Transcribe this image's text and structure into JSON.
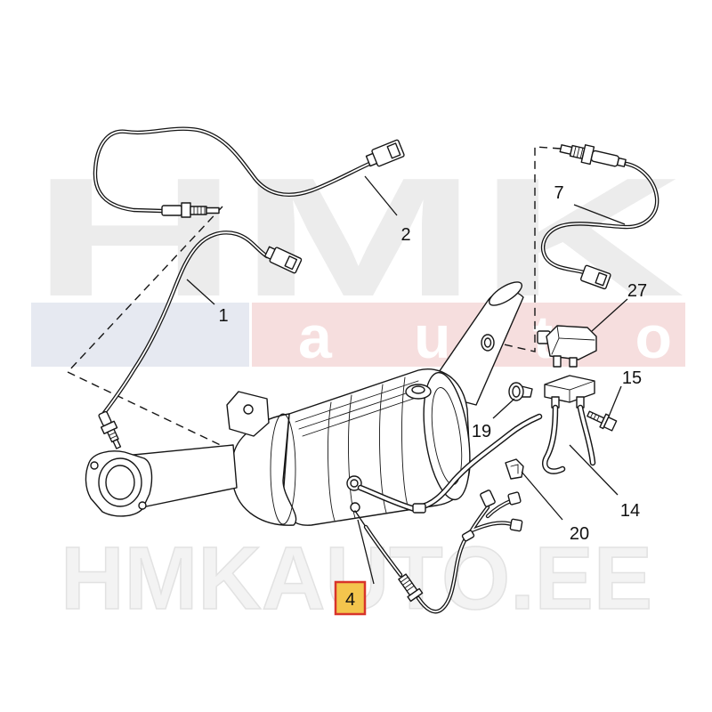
{
  "callouts": {
    "p1": "1",
    "p2": "2",
    "p4": "4",
    "p7": "7",
    "p14": "14",
    "p15": "15",
    "p19": "19",
    "p20": "20",
    "p27": "27"
  },
  "highlight": {
    "fill": "#f4c54d",
    "border": "#d8342b",
    "text_color": "#6a3c00"
  },
  "watermark": {
    "logo_main": "HMK",
    "logo_sub": "auto",
    "domain": "HMKAUTO.EE"
  },
  "colors": {
    "line": "#161616",
    "background": "#ffffff",
    "watermark_gray": "#e9e9e9",
    "watermark_red": "#f6dede",
    "watermark_blue": "#e3e7f0"
  }
}
